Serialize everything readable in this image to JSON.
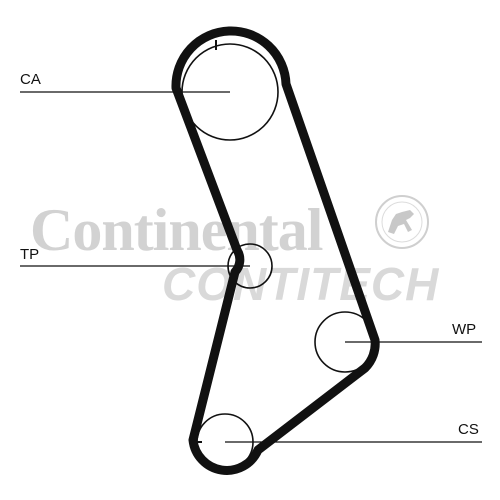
{
  "labels": {
    "ca": "CA",
    "tp": "TP",
    "wp": "WP",
    "cs": "CS"
  },
  "watermark": {
    "brand": "Continental",
    "product": "CONTITECH"
  },
  "colors": {
    "belt": "#111111",
    "leader_line": "#111111",
    "watermark": "#d2d2d2"
  }
}
